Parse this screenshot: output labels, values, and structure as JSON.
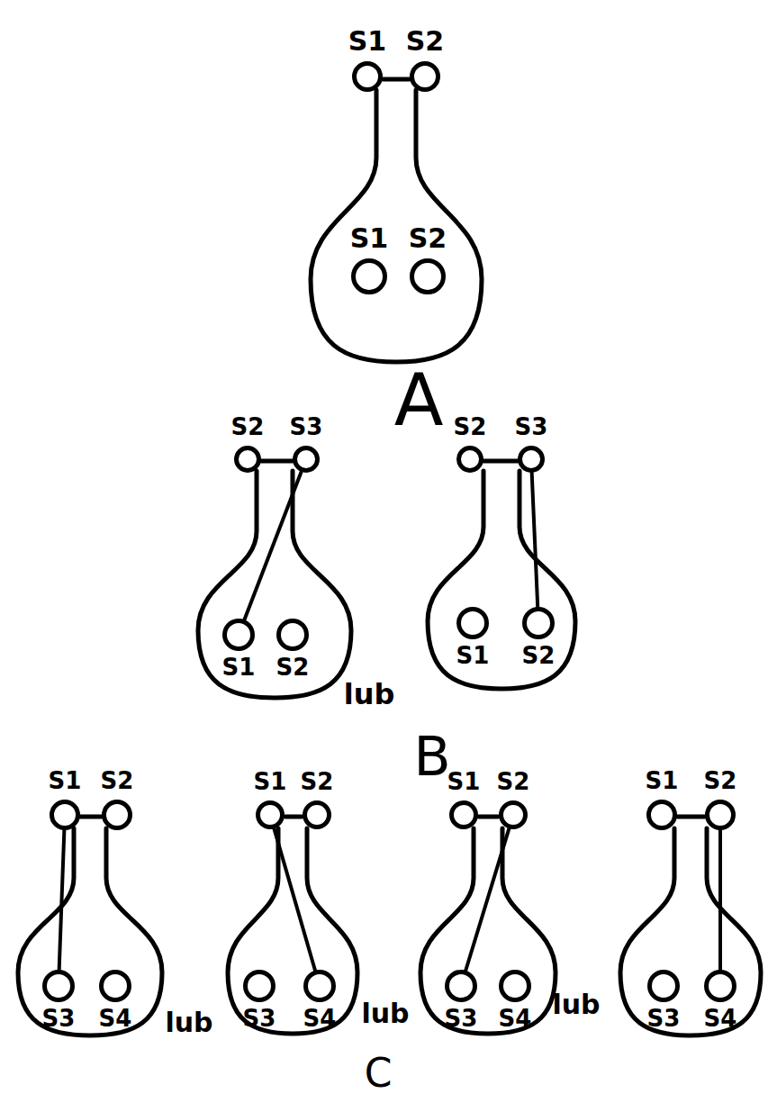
{
  "diagram": {
    "nodes": [
      {
        "text": [
          "S1"
        ]
      },
      {
        "text": [
          "S2"
        ]
      },
      {
        "text": [
          "S1"
        ]
      },
      {
        "text": [
          "S2"
        ]
      },
      {
        "text": [
          "S2"
        ]
      },
      {
        "text": [
          "S3"
        ]
      },
      {
        "text": [
          "S1"
        ]
      },
      {
        "text": [
          "S2"
        ]
      },
      {
        "text": [
          "S2"
        ]
      },
      {
        "text": [
          "S3"
        ]
      },
      {
        "text": [
          "S1"
        ]
      },
      {
        "text": [
          "S2"
        ]
      },
      {
        "text": [
          "S1"
        ]
      },
      {
        "text": [
          "S2"
        ]
      },
      {
        "text": [
          "S3"
        ]
      },
      {
        "text": [
          "S4"
        ]
      },
      {
        "text": [
          "S1"
        ]
      },
      {
        "text": [
          "S2"
        ]
      },
      {
        "text": [
          "S3"
        ]
      },
      {
        "text": [
          "S4"
        ]
      },
      {
        "text": [
          "S1"
        ]
      },
      {
        "text": [
          "S2"
        ]
      },
      {
        "text": [
          "S3"
        ]
      },
      {
        "text": [
          "S4"
        ]
      },
      {
        "text": [
          "S1"
        ]
      },
      {
        "text": [
          "S2"
        ]
      },
      {
        "text": [
          "S3"
        ]
      },
      {
        "text": [
          "S4"
        ]
      }
    ],
    "edges": [
      {
        "from": 5,
        "to": 6,
        "arrow": "none"
      },
      {
        "from": 9,
        "to": 11,
        "arrow": "none"
      },
      {
        "from": 12,
        "to": 14,
        "arrow": "none"
      },
      {
        "from": 16,
        "to": 19,
        "arrow": "none"
      },
      {
        "from": 21,
        "to": 22,
        "arrow": "none"
      },
      {
        "from": 25,
        "to": 27,
        "arrow": "none"
      }
    ],
    "labels": [
      "A",
      "lub",
      "B",
      "lub",
      "lub",
      "lub",
      "C"
    ]
  }
}
